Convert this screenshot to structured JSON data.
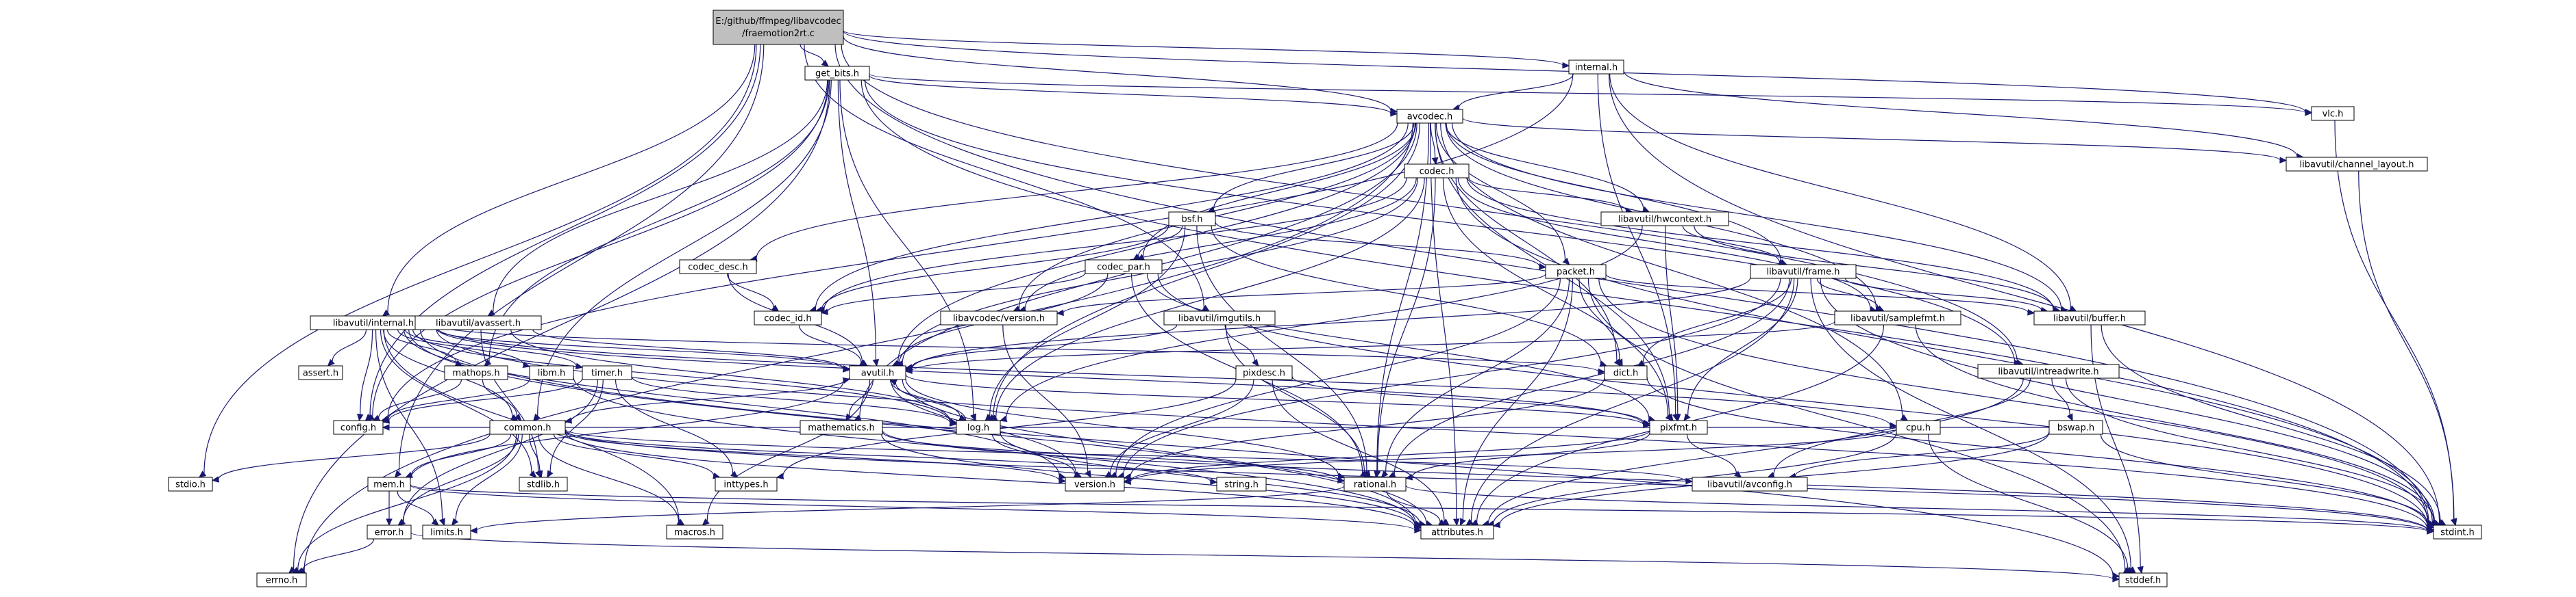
{
  "colors": {
    "edge": "#191970",
    "node_fill": "#ffffff",
    "root_fill": "#bfbfbf",
    "node_border": "#000000",
    "red_border": "#ff0000"
  },
  "nodes": [
    {
      "id": "root",
      "label": "E:/github/ffmpeg/libavcodec",
      "label2": "/fraemotion2rt.c",
      "style": "root"
    },
    {
      "id": "get_bits",
      "label": "get_bits.h"
    },
    {
      "id": "internal",
      "label": "internal.h"
    },
    {
      "id": "avcodec",
      "label": "avcodec.h"
    },
    {
      "id": "vlc",
      "label": "vlc.h"
    },
    {
      "id": "chlayout",
      "label": "libavutil/channel_layout.h"
    },
    {
      "id": "codec",
      "label": "codec.h"
    },
    {
      "id": "bsf",
      "label": "bsf.h"
    },
    {
      "id": "hwcontext",
      "label": "libavutil/hwcontext.h"
    },
    {
      "id": "codec_desc",
      "label": "codec_desc.h"
    },
    {
      "id": "codec_par",
      "label": "codec_par.h"
    },
    {
      "id": "packet",
      "label": "packet.h"
    },
    {
      "id": "frame",
      "label": "libavutil/frame.h"
    },
    {
      "id": "codec_id",
      "label": "codec_id.h"
    },
    {
      "id": "lavc_version",
      "label": "libavcodec/version.h"
    },
    {
      "id": "imgutils",
      "label": "libavutil/imgutils.h"
    },
    {
      "id": "samplefmt",
      "label": "libavutil/samplefmt.h"
    },
    {
      "id": "buffer",
      "label": "libavutil/buffer.h"
    },
    {
      "id": "lavu_internal",
      "label": "libavutil/internal.h"
    },
    {
      "id": "avassert",
      "label": "libavutil/avassert.h"
    },
    {
      "id": "intreadwrite",
      "label": "libavutil/intreadwrite.h"
    },
    {
      "id": "assert",
      "label": "assert.h"
    },
    {
      "id": "mathops",
      "label": "mathops.h",
      "style": "red"
    },
    {
      "id": "libm",
      "label": "libm.h",
      "style": "red"
    },
    {
      "id": "timer",
      "label": "timer.h"
    },
    {
      "id": "avutil",
      "label": "avutil.h"
    },
    {
      "id": "pixdesc",
      "label": "pixdesc.h"
    },
    {
      "id": "dict",
      "label": "dict.h"
    },
    {
      "id": "config",
      "label": "config.h"
    },
    {
      "id": "common",
      "label": "common.h",
      "style": "red"
    },
    {
      "id": "mathematics",
      "label": "mathematics.h",
      "style": "red"
    },
    {
      "id": "log",
      "label": "log.h",
      "style": "red"
    },
    {
      "id": "pixfmt",
      "label": "pixfmt.h"
    },
    {
      "id": "cpu",
      "label": "cpu.h"
    },
    {
      "id": "bswap",
      "label": "bswap.h"
    },
    {
      "id": "stdio",
      "label": "stdio.h"
    },
    {
      "id": "mem",
      "label": "mem.h"
    },
    {
      "id": "stdlib",
      "label": "stdlib.h"
    },
    {
      "id": "inttypes",
      "label": "inttypes.h"
    },
    {
      "id": "version",
      "label": "version.h"
    },
    {
      "id": "string",
      "label": "string.h"
    },
    {
      "id": "avconfig",
      "label": "libavutil/avconfig.h"
    },
    {
      "id": "rational",
      "label": "rational.h"
    },
    {
      "id": "error",
      "label": "error.h"
    },
    {
      "id": "limits",
      "label": "limits.h",
      "style": "red"
    },
    {
      "id": "macros",
      "label": "macros.h"
    },
    {
      "id": "attributes",
      "label": "attributes.h"
    },
    {
      "id": "stdint",
      "label": "stdint.h"
    },
    {
      "id": "errno",
      "label": "errno.h"
    },
    {
      "id": "stddef",
      "label": "stddef.h"
    }
  ],
  "edges": [
    [
      "root",
      "get_bits"
    ],
    [
      "root",
      "internal"
    ],
    [
      "root",
      "avcodec"
    ],
    [
      "root",
      "stdio"
    ],
    [
      "root",
      "mem"
    ],
    [
      "root",
      "config"
    ],
    [
      "root",
      "lavu_internal"
    ],
    [
      "root",
      "imgutils"
    ],
    [
      "root",
      "stdint"
    ],
    [
      "root",
      "intreadwrite"
    ],
    [
      "root",
      "vlc"
    ],
    [
      "get_bits",
      "avcodec"
    ],
    [
      "get_bits",
      "vlc"
    ],
    [
      "get_bits",
      "avassert"
    ],
    [
      "get_bits",
      "intreadwrite"
    ],
    [
      "get_bits",
      "log"
    ],
    [
      "get_bits",
      "mathops"
    ],
    [
      "get_bits",
      "stdint"
    ],
    [
      "get_bits",
      "common"
    ],
    [
      "get_bits",
      "avutil"
    ],
    [
      "get_bits",
      "config"
    ],
    [
      "get_bits",
      "errno"
    ],
    [
      "internal",
      "avcodec"
    ],
    [
      "internal",
      "buffer"
    ],
    [
      "internal",
      "chlayout"
    ],
    [
      "internal",
      "stdint"
    ],
    [
      "internal",
      "pixfmt"
    ],
    [
      "internal",
      "config"
    ],
    [
      "avcodec",
      "codec"
    ],
    [
      "avcodec",
      "bsf"
    ],
    [
      "avcodec",
      "hwcontext"
    ],
    [
      "avcodec",
      "codec_desc"
    ],
    [
      "avcodec",
      "codec_par"
    ],
    [
      "avcodec",
      "packet"
    ],
    [
      "avcodec",
      "frame"
    ],
    [
      "avcodec",
      "codec_id"
    ],
    [
      "avcodec",
      "lavc_version"
    ],
    [
      "avcodec",
      "samplefmt"
    ],
    [
      "avcodec",
      "buffer"
    ],
    [
      "avcodec",
      "chlayout"
    ],
    [
      "avcodec",
      "avutil"
    ],
    [
      "avcodec",
      "dict"
    ],
    [
      "avcodec",
      "log"
    ],
    [
      "avcodec",
      "pixfmt"
    ],
    [
      "avcodec",
      "rational"
    ],
    [
      "avcodec",
      "attributes"
    ],
    [
      "avcodec",
      "cpu"
    ],
    [
      "avcodec",
      "errno"
    ],
    [
      "avcodec",
      "mathematics"
    ],
    [
      "vlc",
      "stdint"
    ],
    [
      "chlayout",
      "stdint"
    ],
    [
      "codec",
      "hwcontext"
    ],
    [
      "codec",
      "codec_id"
    ],
    [
      "codec",
      "lavc_version"
    ],
    [
      "codec",
      "samplefmt"
    ],
    [
      "codec",
      "avutil"
    ],
    [
      "codec",
      "log"
    ],
    [
      "codec",
      "pixfmt"
    ],
    [
      "codec",
      "rational"
    ],
    [
      "codec",
      "stdint"
    ],
    [
      "codec",
      "buffer"
    ],
    [
      "bsf",
      "codec_par"
    ],
    [
      "bsf",
      "packet"
    ],
    [
      "bsf",
      "codec_id"
    ],
    [
      "bsf",
      "dict"
    ],
    [
      "bsf",
      "log"
    ],
    [
      "bsf",
      "rational"
    ],
    [
      "hwcontext",
      "frame"
    ],
    [
      "hwcontext",
      "buffer"
    ],
    [
      "hwcontext",
      "log"
    ],
    [
      "hwcontext",
      "pixfmt"
    ],
    [
      "codec_desc",
      "codec_id"
    ],
    [
      "codec_desc",
      "avutil"
    ],
    [
      "codec_par",
      "codec_id"
    ],
    [
      "codec_par",
      "avutil"
    ],
    [
      "codec_par",
      "pixfmt"
    ],
    [
      "codec_par",
      "rational"
    ],
    [
      "codec_par",
      "stdint"
    ],
    [
      "packet",
      "lavc_version"
    ],
    [
      "packet",
      "buffer"
    ],
    [
      "packet",
      "dict"
    ],
    [
      "packet",
      "attributes"
    ],
    [
      "packet",
      "rational"
    ],
    [
      "packet",
      "stddef"
    ],
    [
      "packet",
      "stdint"
    ],
    [
      "packet",
      "version"
    ],
    [
      "frame",
      "avutil"
    ],
    [
      "frame",
      "buffer"
    ],
    [
      "frame",
      "dict"
    ],
    [
      "frame",
      "pixfmt"
    ],
    [
      "frame",
      "rational"
    ],
    [
      "frame",
      "samplefmt"
    ],
    [
      "frame",
      "version"
    ],
    [
      "frame",
      "stddef"
    ],
    [
      "frame",
      "stdint"
    ],
    [
      "frame",
      "attributes"
    ],
    [
      "codec_id",
      "avutil"
    ],
    [
      "lavc_version",
      "version"
    ],
    [
      "imgutils",
      "avutil"
    ],
    [
      "imgutils",
      "pixdesc"
    ],
    [
      "imgutils",
      "rational"
    ],
    [
      "samplefmt",
      "avutil"
    ],
    [
      "samplefmt",
      "attributes"
    ],
    [
      "samplefmt",
      "stdint"
    ],
    [
      "buffer",
      "stddef"
    ],
    [
      "buffer",
      "stdint"
    ],
    [
      "lavu_internal",
      "assert"
    ],
    [
      "lavu_internal",
      "config"
    ],
    [
      "lavu_internal",
      "mathops"
    ],
    [
      "lavu_internal",
      "libm"
    ],
    [
      "lavu_internal",
      "timer"
    ],
    [
      "lavu_internal",
      "avutil"
    ],
    [
      "lavu_internal",
      "dict"
    ],
    [
      "lavu_internal",
      "common"
    ],
    [
      "lavu_internal",
      "log"
    ],
    [
      "lavu_internal",
      "pixfmt"
    ],
    [
      "lavu_internal",
      "stdint"
    ],
    [
      "lavu_internal",
      "stddef"
    ],
    [
      "lavu_internal",
      "limits"
    ],
    [
      "lavu_internal",
      "attributes"
    ],
    [
      "lavu_internal",
      "macros"
    ],
    [
      "lavu_internal",
      "version"
    ],
    [
      "lavu_internal",
      "cpu"
    ],
    [
      "lavu_internal",
      "stdlib"
    ],
    [
      "avassert",
      "stdlib"
    ],
    [
      "avassert",
      "avutil"
    ],
    [
      "avassert",
      "log"
    ],
    [
      "intreadwrite",
      "stdint"
    ],
    [
      "intreadwrite",
      "avconfig"
    ],
    [
      "intreadwrite",
      "attributes"
    ],
    [
      "intreadwrite",
      "bswap"
    ],
    [
      "mathops",
      "config"
    ],
    [
      "mathops",
      "common"
    ],
    [
      "libm",
      "config"
    ],
    [
      "libm",
      "attributes"
    ],
    [
      "libm",
      "intfloat"
    ],
    [
      "timer",
      "config"
    ],
    [
      "timer",
      "stdlib"
    ],
    [
      "timer",
      "inttypes"
    ],
    [
      "timer",
      "log"
    ],
    [
      "timer",
      "error"
    ],
    [
      "avutil",
      "common"
    ],
    [
      "avutil",
      "rational"
    ],
    [
      "avutil",
      "version"
    ],
    [
      "avutil",
      "macros"
    ],
    [
      "avutil",
      "mathematics"
    ],
    [
      "avutil",
      "log"
    ],
    [
      "avutil",
      "pixfmt"
    ],
    [
      "avutil",
      "attributes"
    ],
    [
      "pixdesc",
      "inttypes"
    ],
    [
      "pixdesc",
      "attributes"
    ],
    [
      "pixdesc",
      "pixfmt"
    ],
    [
      "pixdesc",
      "version"
    ],
    [
      "dict",
      "stdint"
    ],
    [
      "dict",
      "version"
    ],
    [
      "common",
      "errno"
    ],
    [
      "common",
      "inttypes"
    ],
    [
      "common",
      "limits"
    ],
    [
      "common",
      "stdint"
    ],
    [
      "common",
      "stdlib"
    ],
    [
      "common",
      "string"
    ],
    [
      "common",
      "attributes"
    ],
    [
      "common",
      "macros"
    ],
    [
      "common",
      "version"
    ],
    [
      "common",
      "avconfig"
    ],
    [
      "common",
      "stdio"
    ],
    [
      "common",
      "mem"
    ],
    [
      "common",
      "error"
    ],
    [
      "common",
      "common"
    ],
    [
      "mathematics",
      "stdint"
    ],
    [
      "mathematics",
      "attributes"
    ],
    [
      "mathematics",
      "rational"
    ],
    [
      "log",
      "version"
    ],
    [
      "log",
      "attributes"
    ],
    [
      "log",
      "avutil"
    ],
    [
      "log",
      "stdarg"
    ],
    [
      "pixfmt",
      "version"
    ],
    [
      "pixfmt",
      "avconfig"
    ],
    [
      "cpu",
      "stddef"
    ],
    [
      "cpu",
      "version"
    ],
    [
      "cpu",
      "attributes"
    ],
    [
      "bswap",
      "stdint"
    ],
    [
      "bswap",
      "avconfig"
    ],
    [
      "bswap",
      "attributes"
    ],
    [
      "bswap",
      "config"
    ],
    [
      "mem",
      "error"
    ],
    [
      "mem",
      "limits"
    ],
    [
      "mem",
      "stdint"
    ],
    [
      "mem",
      "attributes"
    ],
    [
      "mem",
      "avutil"
    ],
    [
      "rational",
      "stdint"
    ],
    [
      "rational",
      "limits"
    ],
    [
      "rational",
      "attributes"
    ],
    [
      "error",
      "errno"
    ],
    [
      "error",
      "stddef"
    ],
    [
      "pixfmt",
      "rational"
    ]
  ]
}
